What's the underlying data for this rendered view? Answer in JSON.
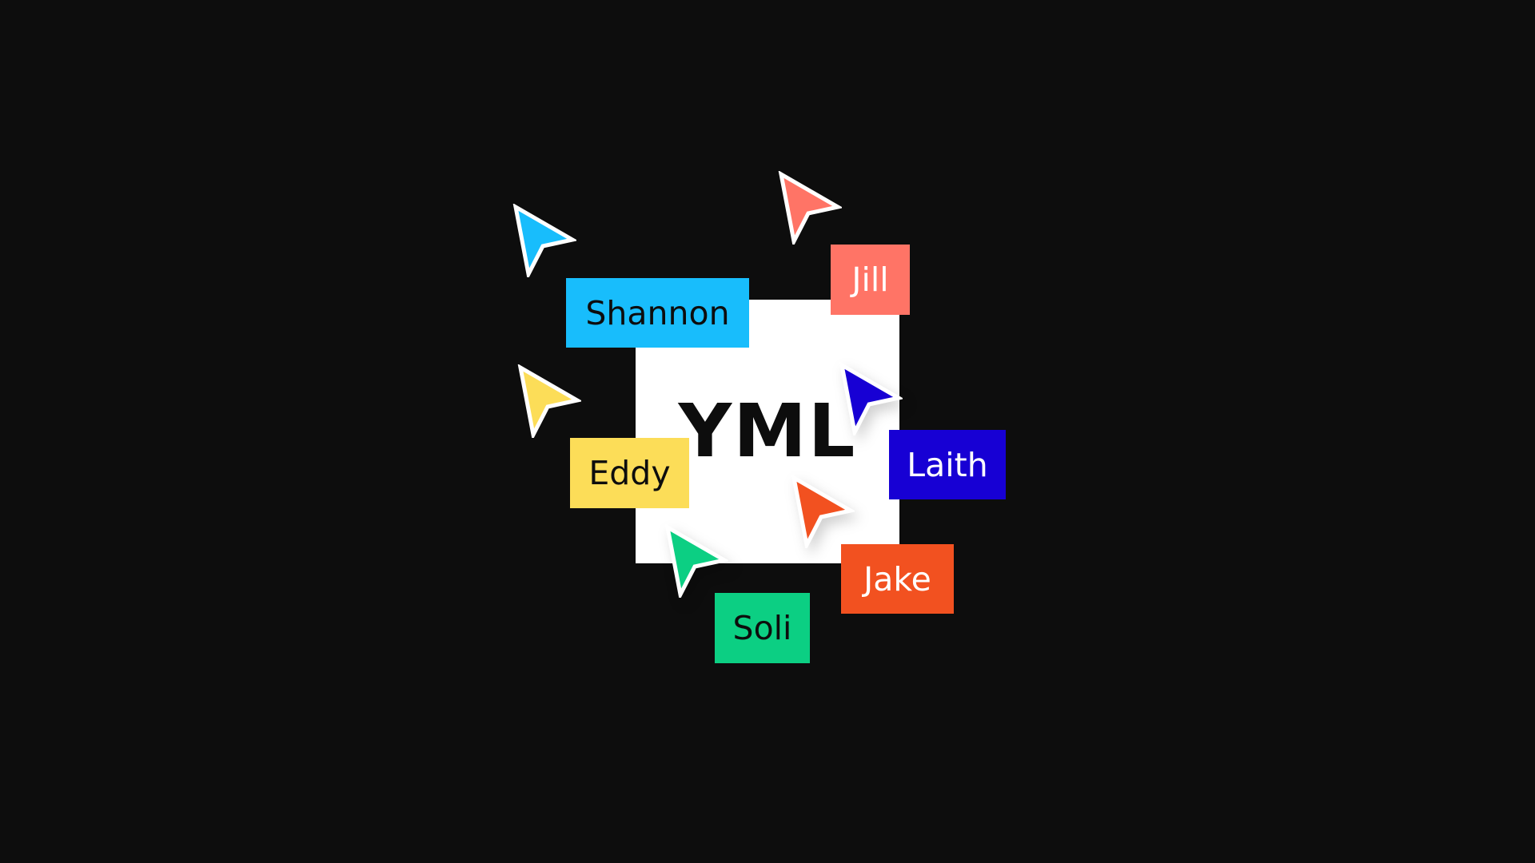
{
  "background_color": "#0d0d0d",
  "logo": {
    "text": "YML",
    "card_color": "#ffffff",
    "text_color": "#0d0d0d"
  },
  "collaborators": [
    {
      "name": "Shannon",
      "color": "#18bdfc",
      "text_color": "#0d0d0d"
    },
    {
      "name": "Jill",
      "color": "#ff7466",
      "text_color": "#ffffff"
    },
    {
      "name": "Laith",
      "color": "#1700d4",
      "text_color": "#ffffff"
    },
    {
      "name": "Eddy",
      "color": "#fcdd58",
      "text_color": "#0d0d0d"
    },
    {
      "name": "Jake",
      "color": "#f25120",
      "text_color": "#ffffff"
    },
    {
      "name": "Soli",
      "color": "#0ccf83",
      "text_color": "#0d0d0d"
    }
  ],
  "icons": {
    "cursor": "cursor-arrow-icon"
  }
}
